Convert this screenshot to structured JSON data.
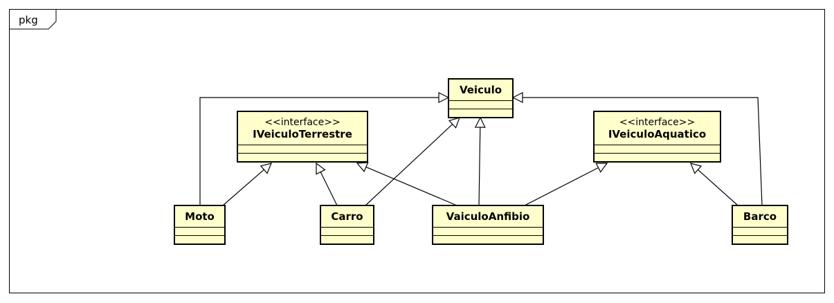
{
  "package": {
    "label": "pkg"
  },
  "classes": {
    "veiculo": {
      "name": "Veiculo"
    },
    "iveiculoterrestre": {
      "stereotype": "<<interface>>",
      "name": "IVeiculoTerrestre"
    },
    "iveiculoaquatico": {
      "stereotype": "<<interface>>",
      "name": "IVeiculoAquatico"
    },
    "moto": {
      "name": "Moto"
    },
    "carro": {
      "name": "Carro"
    },
    "vaiculoanfibio": {
      "name": "VaiculoAnfibio"
    },
    "barco": {
      "name": "Barco"
    }
  },
  "colors": {
    "class_fill": "#ffffcc",
    "line": "#000000"
  },
  "relationships": [
    {
      "type": "generalization",
      "from": "Moto",
      "to": "Veiculo"
    },
    {
      "type": "realization",
      "from": "Moto",
      "to": "IVeiculoTerrestre"
    },
    {
      "type": "realization",
      "from": "Carro",
      "to": "IVeiculoTerrestre"
    },
    {
      "type": "generalization",
      "from": "Carro",
      "to": "Veiculo"
    },
    {
      "type": "realization",
      "from": "VaiculoAnfibio",
      "to": "IVeiculoTerrestre"
    },
    {
      "type": "generalization",
      "from": "VaiculoAnfibio",
      "to": "Veiculo"
    },
    {
      "type": "realization",
      "from": "VaiculoAnfibio",
      "to": "IVeiculoAquatico"
    },
    {
      "type": "realization",
      "from": "Barco",
      "to": "IVeiculoAquatico"
    },
    {
      "type": "generalization",
      "from": "Barco",
      "to": "Veiculo"
    }
  ]
}
